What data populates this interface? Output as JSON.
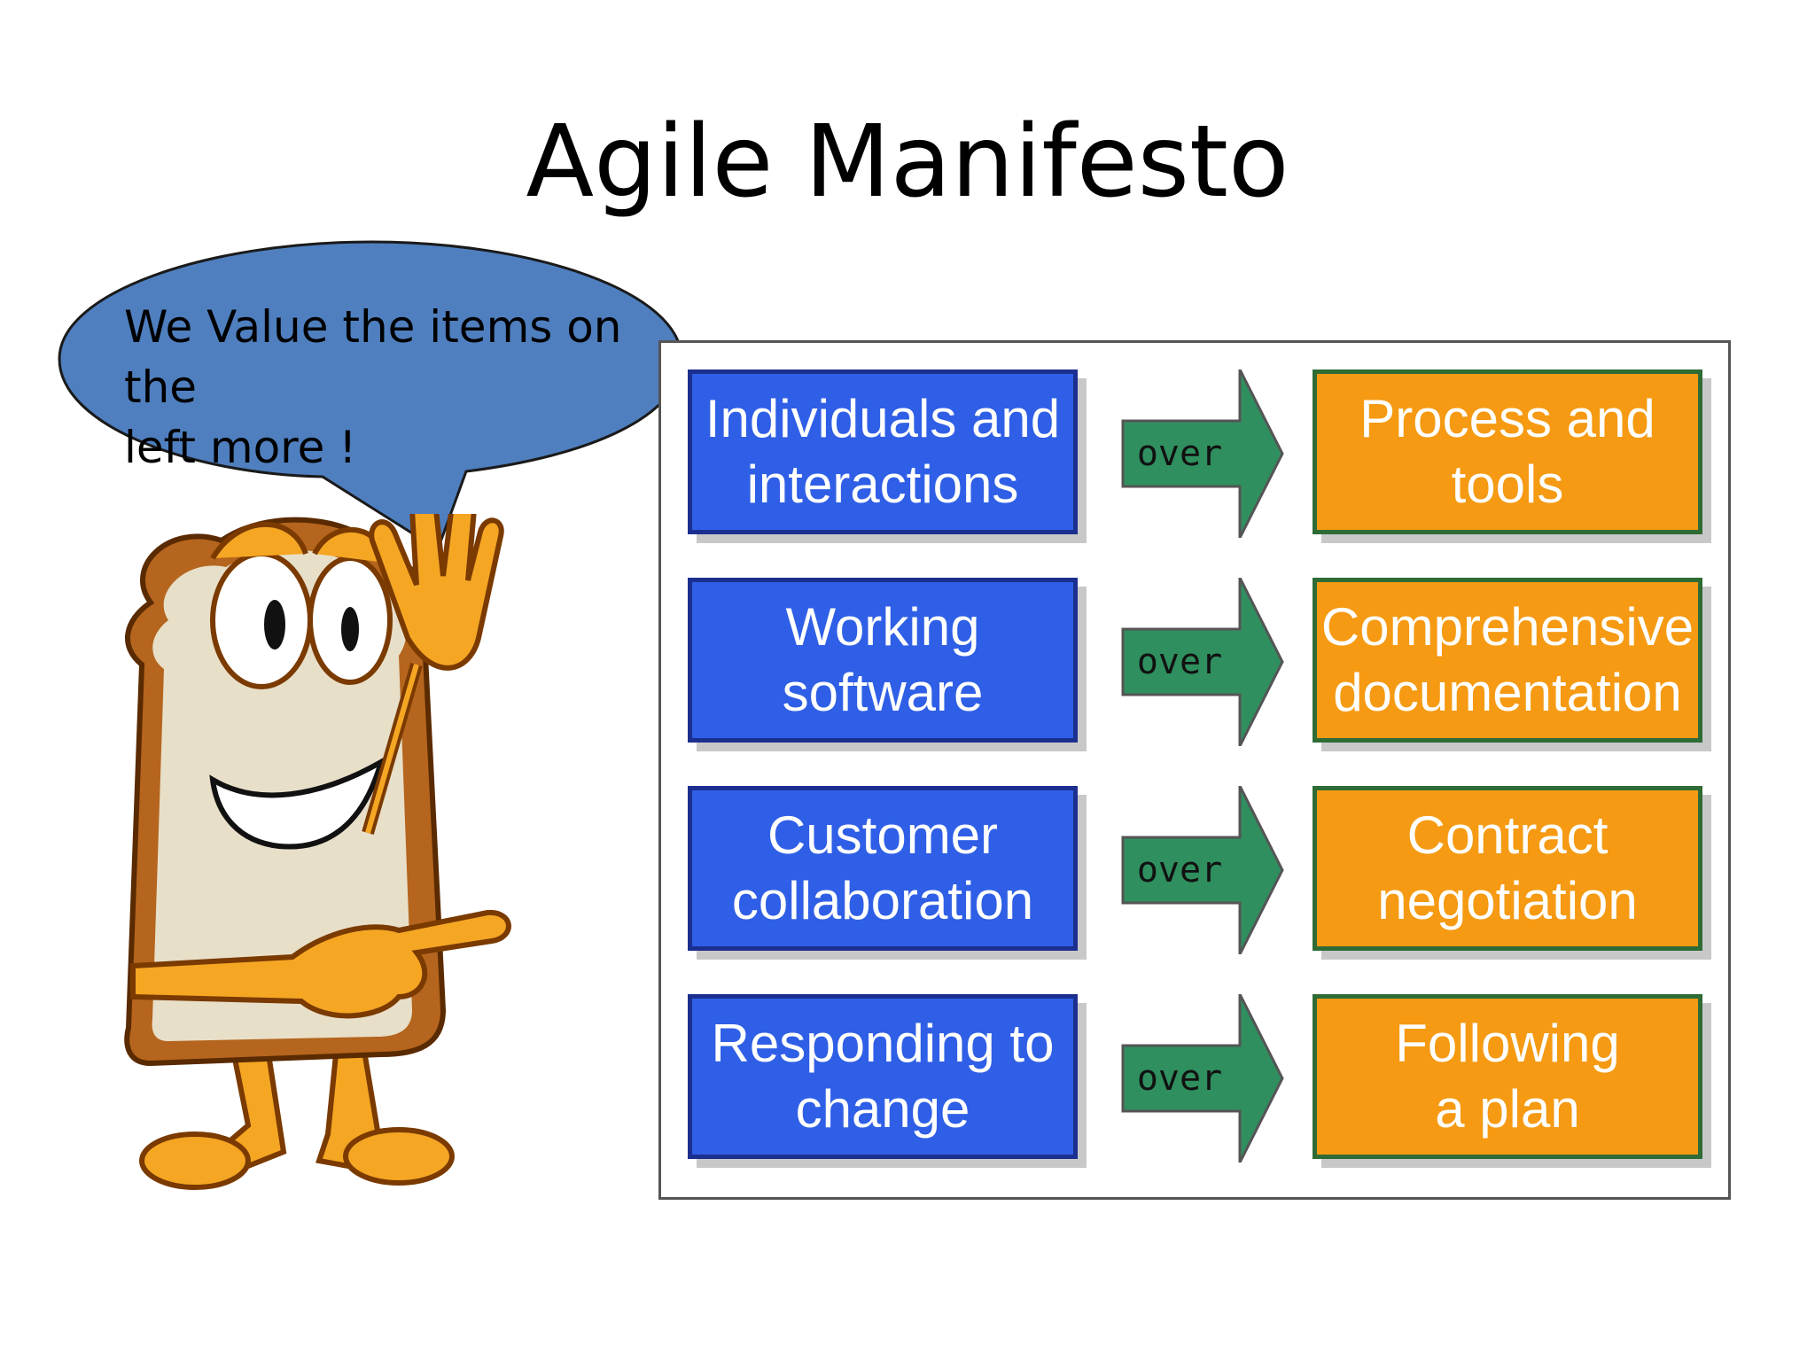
{
  "slide": {
    "title": "Agile Manifesto",
    "speech_bubble": {
      "line1": "We Value the items on the",
      "line2": "left more !"
    }
  },
  "manifesto": {
    "connector_label": "over",
    "rows": [
      {
        "left": "Individuals and\ninteractions",
        "right": "Process and\ntools"
      },
      {
        "left": "Working\nsoftware",
        "right": "Comprehensive\ndocumentation"
      },
      {
        "left": "Customer\ncollaboration",
        "right": "Contract\nnegotiation"
      },
      {
        "left": "Responding to\nchange",
        "right": "Following\na plan"
      }
    ]
  },
  "colors": {
    "left_box": "#2f5fe6",
    "right_box": "#f59a12",
    "arrow": "#2f8f5f",
    "bubble": "#4f7fbf"
  }
}
